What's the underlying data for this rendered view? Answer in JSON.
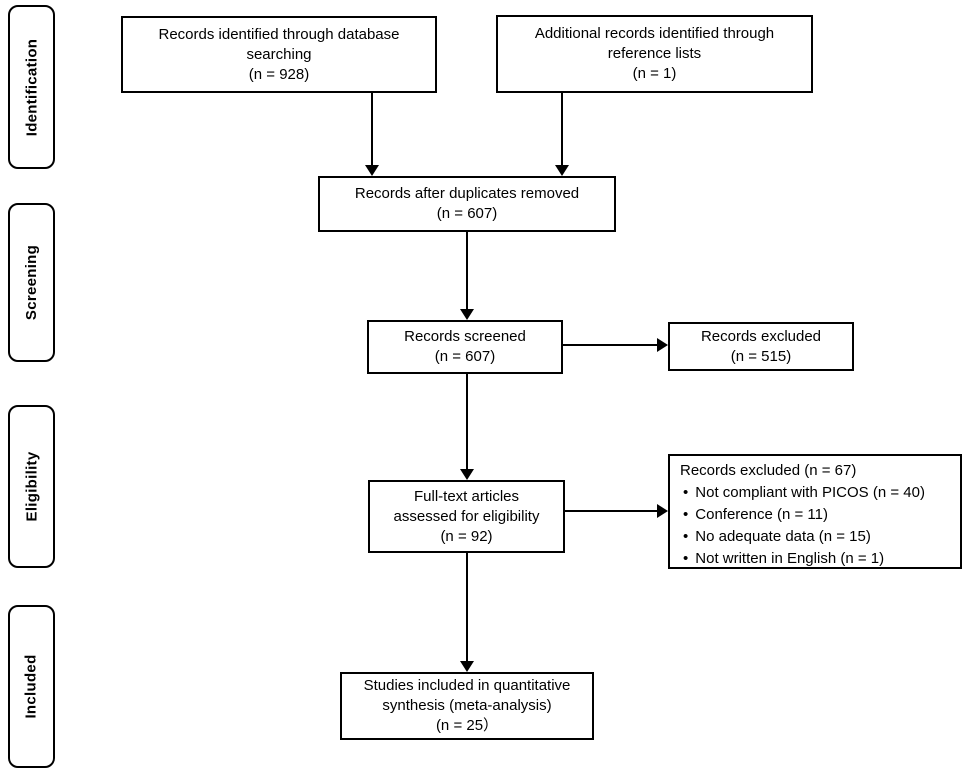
{
  "stages": {
    "identification": "Identification",
    "screening": "Screening",
    "eligibility": "Eligibility",
    "included": "Included"
  },
  "boxes": {
    "database_records": "Records identified through database\nsearching\n(n = 928)",
    "additional_records": "Additional records identified through\nreference lists\n(n = 1)",
    "duplicates_removed": "Records after duplicates removed\n(n = 607)",
    "records_screened": "Records screened\n(n = 607)",
    "records_excluded": "Records excluded\n(n = 515)",
    "fulltext_assessed": "Full-text articles\nassessed for eligibility\n(n = 92)",
    "fulltext_excluded": {
      "title": "Records excluded (n = 67)",
      "bullet": "•",
      "items": [
        "Not compliant with PICOS (n = 40)",
        "Conference (n = 11)",
        "No adequate data (n = 15)",
        "Not written in English (n = 1)"
      ]
    },
    "included_studies": "Studies included in quantitative\nsynthesis (meta-analysis)\n(n = 25）"
  },
  "colors": {
    "line": "#000000",
    "background": "#ffffff"
  }
}
